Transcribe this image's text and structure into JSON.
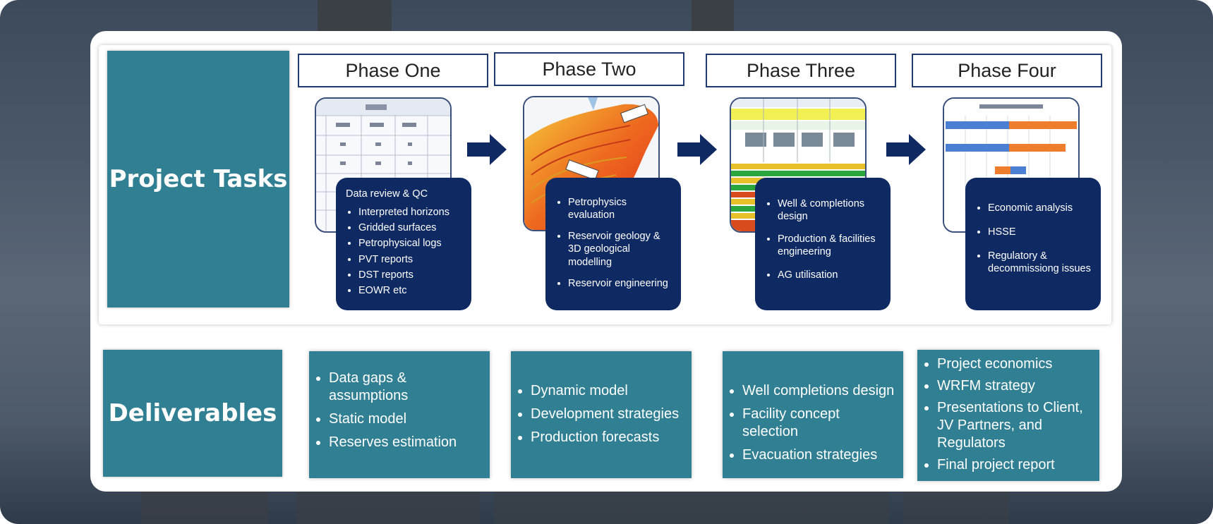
{
  "rows": {
    "tasks_label": "Project Tasks",
    "deliverables_label": "Deliverables"
  },
  "phases": [
    {
      "title": "Phase One",
      "task_heading": "Data review & QC",
      "tasks": [
        "Interpreted horizons",
        "Gridded surfaces",
        "Petrophysical logs",
        "PVT reports",
        "DST reports",
        "EOWR etc"
      ],
      "deliverables": [
        "Data gaps & assumptions",
        "Static model",
        "Reserves estimation"
      ]
    },
    {
      "title": "Phase Two",
      "task_heading": "",
      "tasks": [
        "Petrophysics evaluation",
        "Reservoir geology & 3D geological modelling",
        "Reservoir engineering"
      ],
      "deliverables": [
        "Dynamic model",
        "Development strategies",
        "Production forecasts"
      ]
    },
    {
      "title": "Phase Three",
      "task_heading": "",
      "tasks": [
        "Well & completions design",
        "Production & facilities engineering",
        "AG utilisation"
      ],
      "deliverables": [
        "Well completions design",
        "Facility concept selection",
        "Evacuation strategies"
      ]
    },
    {
      "title": "Phase Four",
      "task_heading": "",
      "tasks": [
        "Economic analysis",
        "HSSE",
        "Regulatory & decommissiong issues"
      ],
      "deliverables": [
        "Project economics",
        "WRFM strategy",
        "Presentations to Client, JV Partners, and Regulators",
        "Final project report"
      ]
    }
  ],
  "colors": {
    "teal": "#317f92",
    "navy": "#0f2a63",
    "arrow": "#0f2a63"
  }
}
